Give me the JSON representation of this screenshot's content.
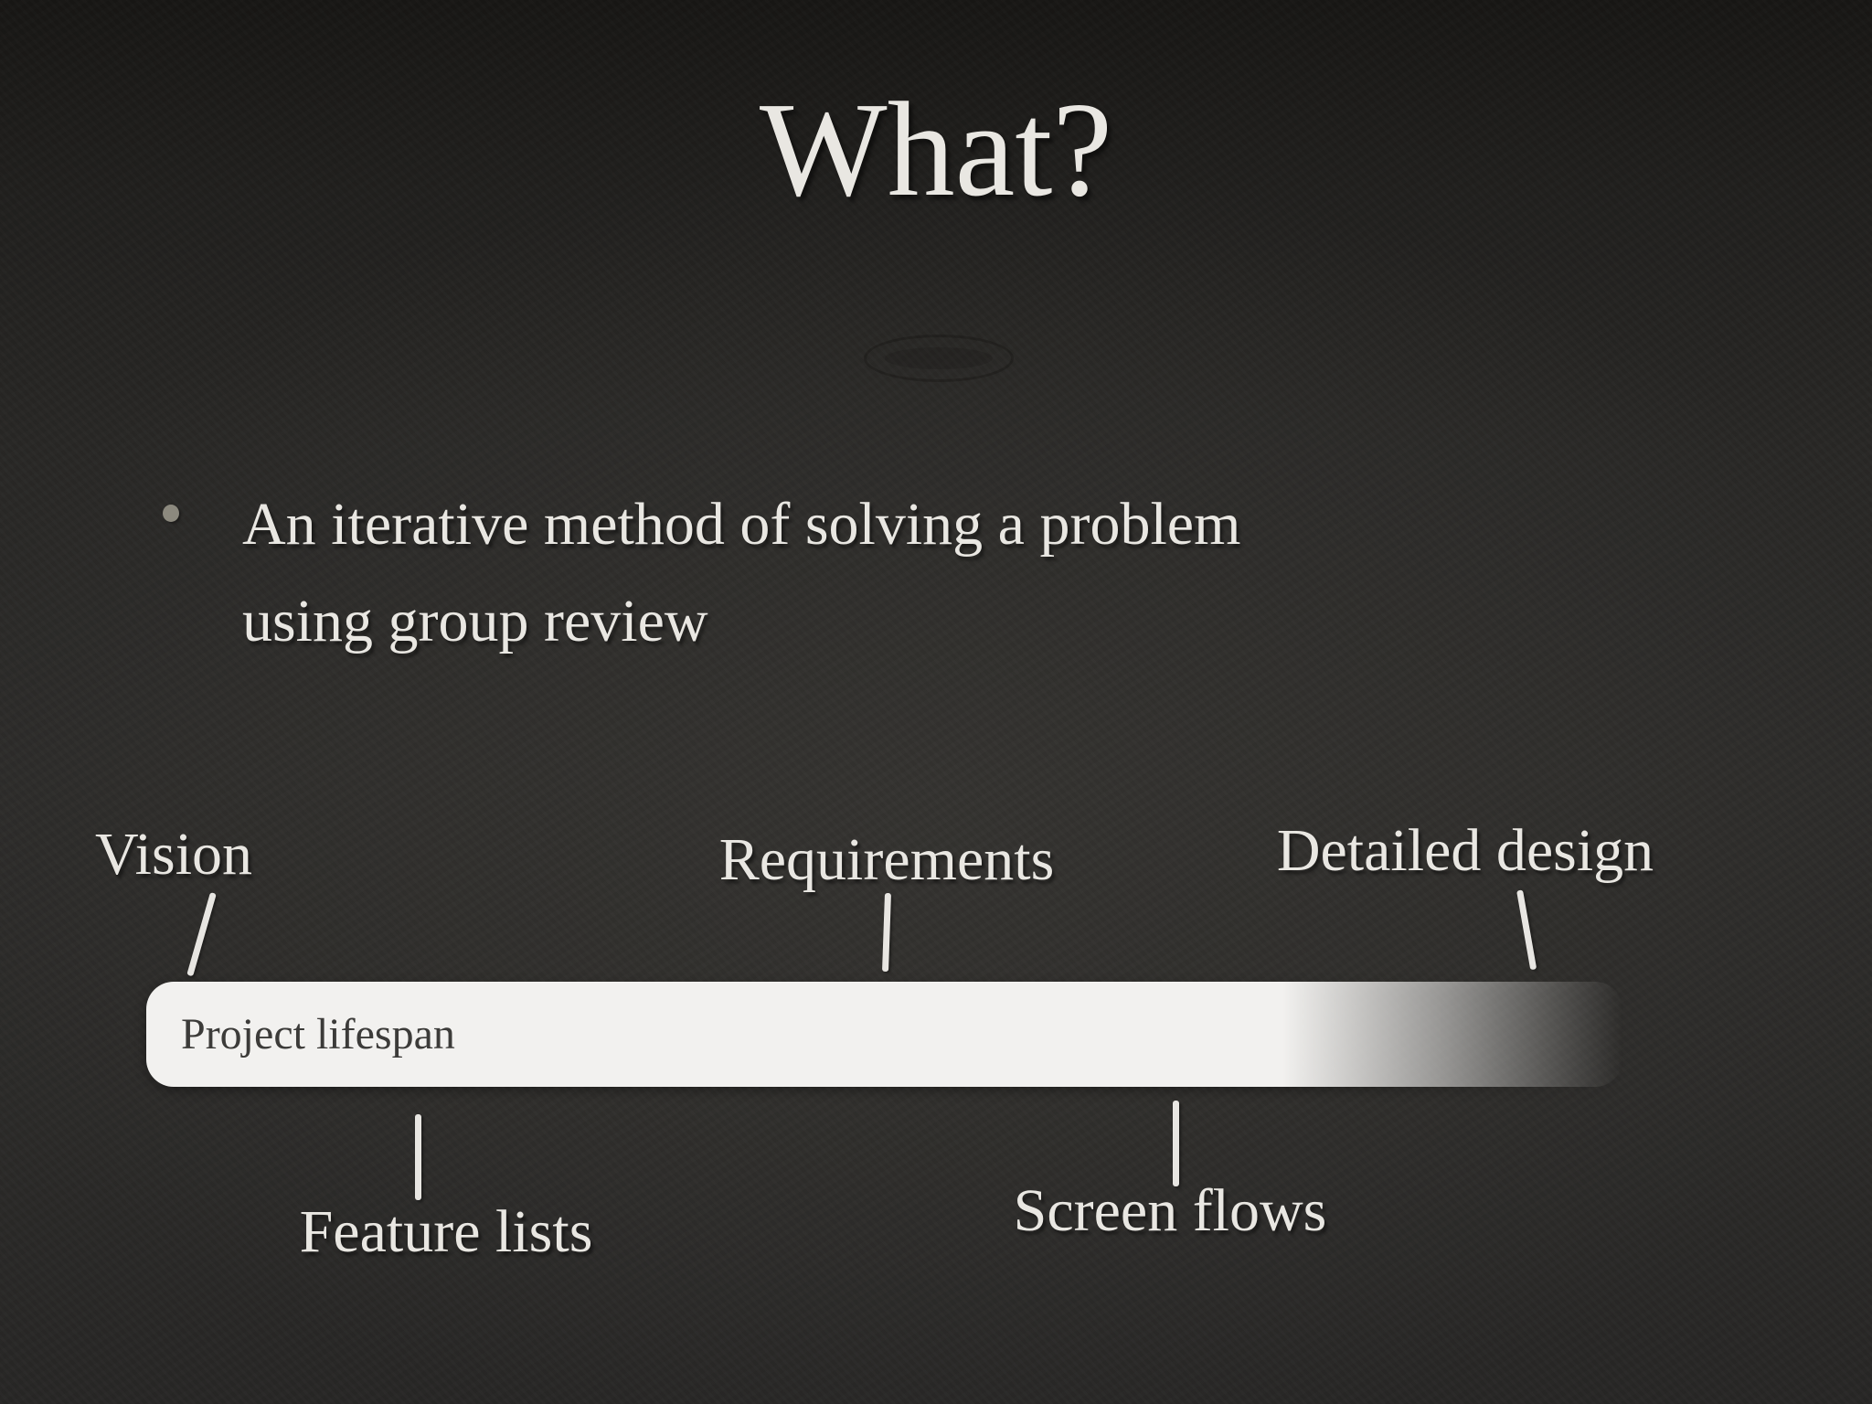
{
  "slide": {
    "title": "What?",
    "bullet": {
      "text": "An iterative method of solving a problem using group review",
      "lines": [
        "An iterative method of solving a problem",
        "using group review"
      ]
    },
    "timeline": {
      "bar_label": "Project lifespan",
      "top_labels": [
        {
          "id": "vision",
          "label": "Vision"
        },
        {
          "id": "requirements",
          "label": "Requirements"
        },
        {
          "id": "detailed-design",
          "label": "Detailed design"
        }
      ],
      "bottom_labels": [
        {
          "id": "feature-lists",
          "label": "Feature lists"
        },
        {
          "id": "screen-flows",
          "label": "Screen flows"
        }
      ]
    }
  },
  "colors": {
    "bg_center": "#32302d",
    "bg_edge": "#171614",
    "text": "#e9e7e2",
    "bar_fill": "#f2f1ef",
    "bar_text": "#3c3b39",
    "bullet_dot": "#8c897e",
    "tick": "#e8e6e2"
  }
}
